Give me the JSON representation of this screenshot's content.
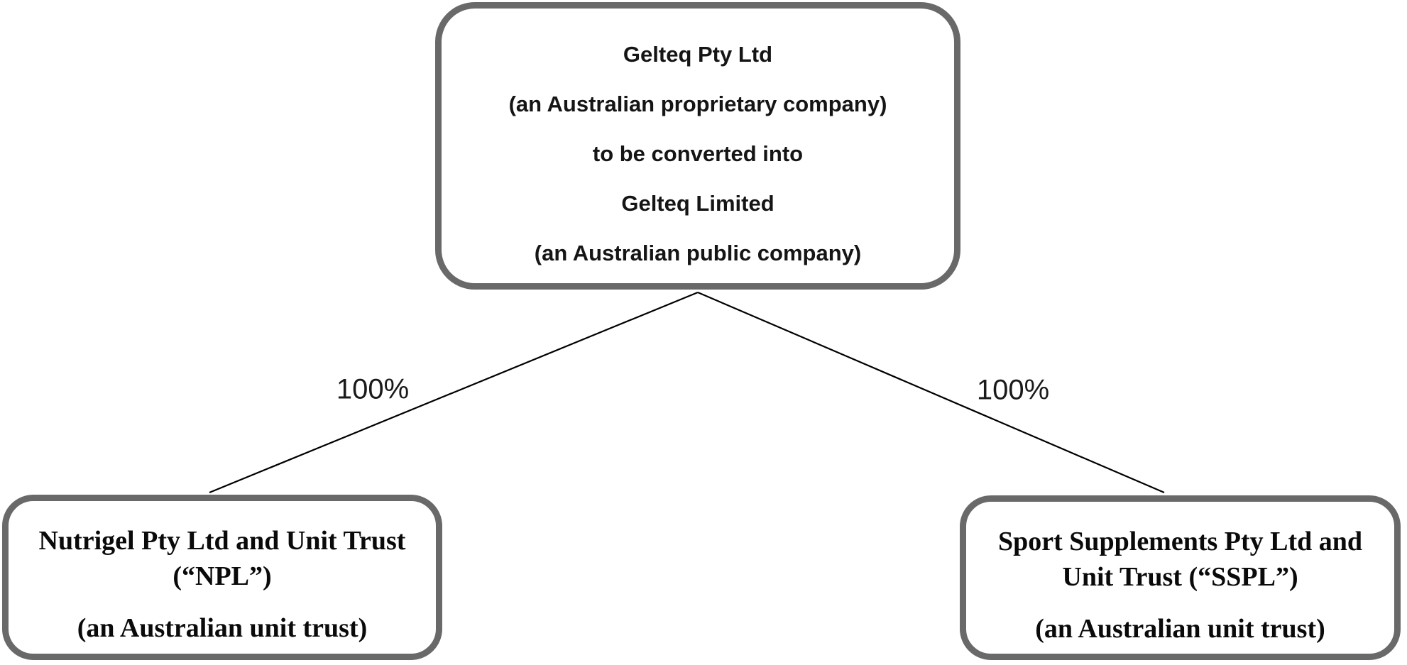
{
  "diagram": {
    "parent_box": {
      "lines": [
        "Gelteq Pty Ltd",
        "(an Australian proprietary company)",
        "to be converted into",
        "Gelteq Limited",
        "(an Australian public company)"
      ]
    },
    "edges": {
      "left_ownership_label": "100%",
      "right_ownership_label": "100%"
    },
    "subsidiaries": [
      {
        "name": "Nutrigel Pty Ltd and Unit Trust (“NPL”)",
        "descriptor": "(an Australian unit trust)"
      },
      {
        "name": "Sport Supplements Pty Ltd and Unit Trust (“SSPL”)",
        "descriptor": "(an Australian unit trust)"
      }
    ],
    "colors": {
      "box_border": "#696969",
      "connector_line": "#000000",
      "text": "#0a0a0a",
      "background": "#ffffff"
    }
  }
}
